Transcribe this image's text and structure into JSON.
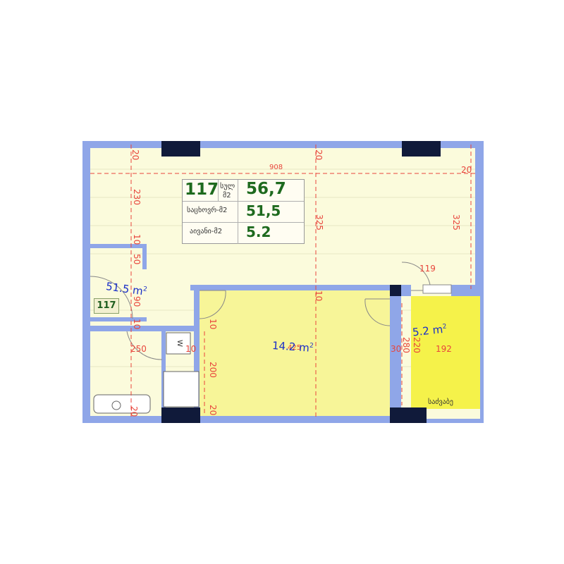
{
  "summary": {
    "apartment_no": "117",
    "total_label_1": "სულ",
    "total_label_2": "მ2",
    "total_area": "56,7",
    "living_label": "საცხოვრ-მ2",
    "living_area": "51,5",
    "balcony_label": "აივანი-მ2",
    "balcony_area": "5.2"
  },
  "rooms": {
    "main_area": "51.5 m",
    "bedroom_area": "14.2 m",
    "balcony_area": "5.2 m",
    "balcony_name": "საძვაბე",
    "wm_label": "W",
    "unit_tag": "117",
    "sq": "2"
  },
  "dimensions": {
    "top_left": "20",
    "top_mid": "20",
    "top_width": "908",
    "top_right": "20",
    "left_230": "230",
    "mid_325": "325",
    "right_325": "325",
    "d10a": "10",
    "d50": "50",
    "d90": "90",
    "d10b": "10",
    "d119": "119",
    "d10c": "10",
    "d10d": "10",
    "d250": "250",
    "d10e": "10",
    "d200": "200",
    "d20a": "20",
    "d20b": "20",
    "d425": "425",
    "d30": "30",
    "d280": "280",
    "d220": "220",
    "d192": "192"
  },
  "colors": {
    "wall": "#8fa6e8",
    "column": "#101a3a",
    "floor": "#fbfbdc",
    "room_yellow": "#f7f598",
    "balcony_yellow": "#f5f24a",
    "dimension_red": "#e8453c",
    "area_blue": "#1a2fc8",
    "summary_green": "#1e6a1e"
  }
}
